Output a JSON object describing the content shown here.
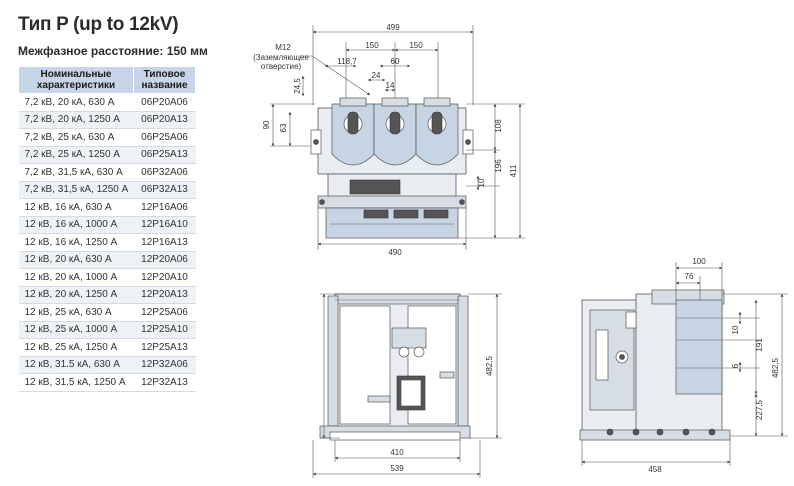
{
  "title": "Тип P (up to 12kV)",
  "subtitle": "Межфазное расстояние: 150 мм",
  "table": {
    "headers": [
      "Номинальные характеристики",
      "Типовое название"
    ],
    "rows": [
      [
        "7,2 кВ, 20 кА, 630 А",
        "06P20A06"
      ],
      [
        "7,2 кВ, 20 кА, 1250 А",
        "06P20A13"
      ],
      [
        "7,2 кВ, 25 кА, 630 А",
        "06P25A06"
      ],
      [
        "7,2 кВ, 25 кА, 1250 А",
        "06P25A13"
      ],
      [
        "7,2 кВ, 31,5 кА, 630 А",
        "06P32A06"
      ],
      [
        "7,2 кВ, 31,5 кА, 1250 А",
        "06P32A13"
      ],
      [
        "12 кВ, 16 кА, 630 А",
        "12P16A06"
      ],
      [
        "12 кВ, 16 кА, 1000 А",
        "12P16A10"
      ],
      [
        "12 кВ, 16 кА, 1250 А",
        "12P16A13"
      ],
      [
        "12 кВ, 20 кА, 630 А",
        "12P20A06"
      ],
      [
        "12 кВ, 20 кА, 1000 А",
        "12P20A10"
      ],
      [
        "12 кВ, 20 кА, 1250 А",
        "12P20A13"
      ],
      [
        "12 кВ, 25 кА, 630 А",
        "12P25A06"
      ],
      [
        "12 кВ, 25 кА, 1000 А",
        "12P25A10"
      ],
      [
        "12 кВ, 25 кА, 1250 А",
        "12P25A13"
      ],
      [
        "12 кВ, 31.5 кА, 630 А",
        "12P32A06"
      ],
      [
        "12 кВ, 31.5 кА, 1250 А",
        "12P32A13"
      ]
    ]
  },
  "top_view": {
    "dim_499": "499",
    "dim_150a": "150",
    "dim_150b": "150",
    "m12_label": "M12",
    "m12_note_1": "(Заземляющее",
    "m12_note_2": "отверстие)",
    "dim_118_7": "118,7",
    "dim_60": "60",
    "dim_24": "24",
    "dim_14": "14",
    "dim_24_5": "24,5",
    "dim_90": "90",
    "dim_63": "63",
    "dim_108": "108",
    "dim_196": "196",
    "dim_411": "411",
    "dim_10": "10",
    "dim_490": "490"
  },
  "front_view": {
    "dim_482_5": "482,5",
    "dim_410": "410",
    "dim_539": "539"
  },
  "side_view": {
    "dim_100": "100",
    "dim_76": "76",
    "dim_10": "10",
    "dim_6": "6",
    "dim_191": "191",
    "dim_482_5": "482,5",
    "dim_227_5": "227,5",
    "dim_458": "458"
  }
}
